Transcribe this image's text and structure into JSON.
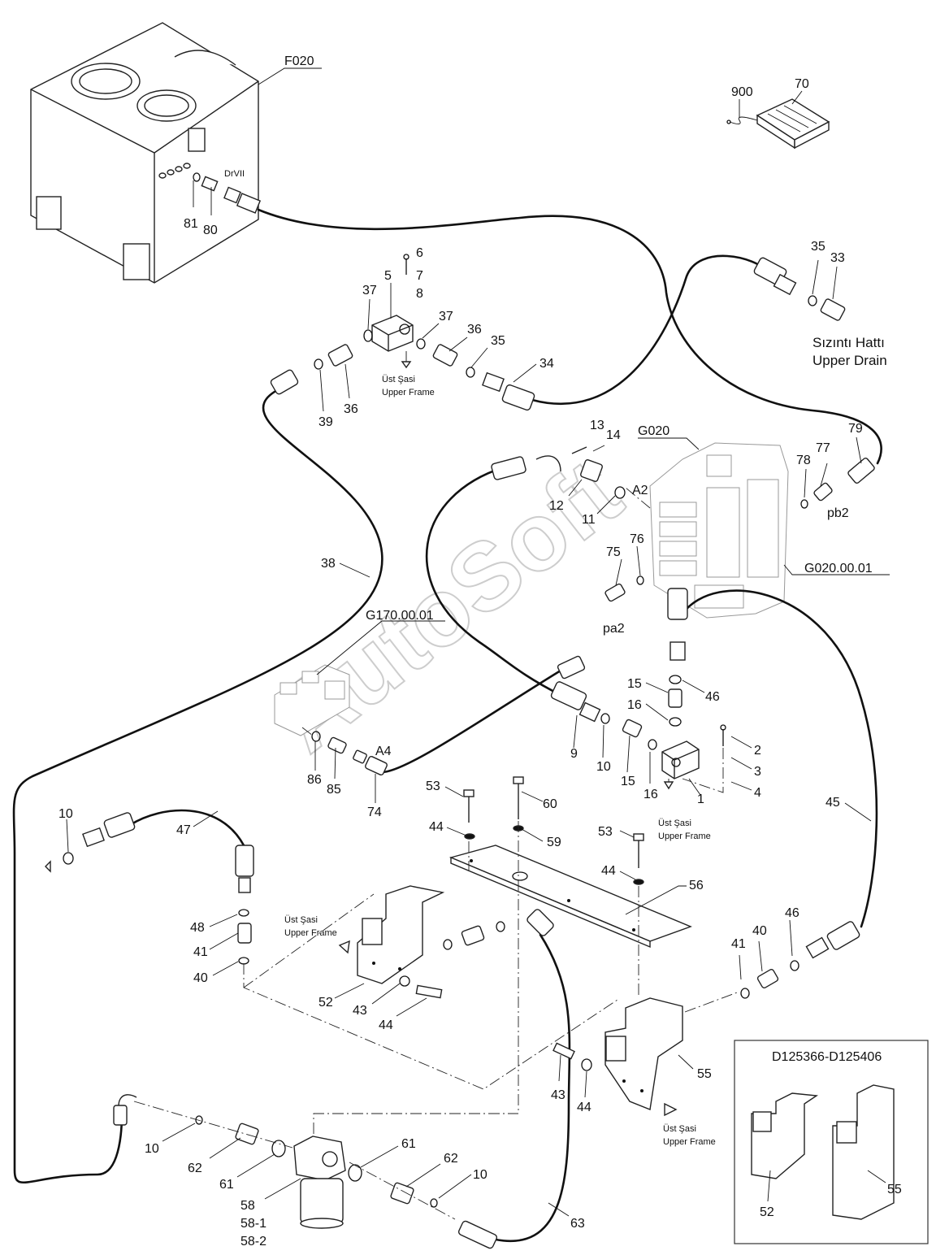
{
  "watermark": "AutoSoft",
  "refs": {
    "tank": "F020",
    "valve": "G020",
    "valve_sub": "G020.00.01",
    "block": "G170.00.01",
    "port_drain": "DrVII",
    "port_a2": "A2",
    "port_a4": "A4",
    "port_pa2": "pa2",
    "port_pb2": "pb2",
    "inset_range": "D125366-D125406"
  },
  "notes": {
    "drain_tr": "Sızıntı Hattı",
    "drain_en": "Upper Drain",
    "frame_tr": "Üst Şasi",
    "frame_en": "Upper Frame"
  },
  "callouts": {
    "c900": "900",
    "c70": "70",
    "c81": "81",
    "c80": "80",
    "c6": "6",
    "c5": "5",
    "c7": "7",
    "c8": "8",
    "c37a": "37",
    "c37b": "37",
    "c36a": "36",
    "c36b": "36",
    "c35a": "35",
    "c35b": "35",
    "c33": "33",
    "c34": "34",
    "c39": "39",
    "c13": "13",
    "c14": "14",
    "c12": "12",
    "c11": "11",
    "c78": "78",
    "c77": "77",
    "c79": "79",
    "c75": "75",
    "c76": "76",
    "c38": "38",
    "c15a": "15",
    "c15b": "15",
    "c16a": "16",
    "c16b": "16",
    "c46a": "46",
    "c46b": "46",
    "c9": "9",
    "c10a": "10",
    "c10b": "10",
    "c10c": "10",
    "c10d": "10",
    "c2": "2",
    "c3": "3",
    "c4": "4",
    "c1": "1",
    "c86": "86",
    "c85": "85",
    "c74": "74",
    "c53a": "53",
    "c53b": "53",
    "c60": "60",
    "c59": "59",
    "c44a": "44",
    "c44b": "44",
    "c44c": "44",
    "c44d": "44",
    "c56": "56",
    "c45": "45",
    "c47": "47",
    "c48": "48",
    "c41a": "41",
    "c41b": "41",
    "c40a": "40",
    "c40b": "40",
    "c52a": "52",
    "c52b": "52",
    "c43a": "43",
    "c43b": "43",
    "c55a": "55",
    "c55b": "55",
    "c62a": "62",
    "c62b": "62",
    "c61a": "61",
    "c61b": "61",
    "c58": "58",
    "c58_1": "58-1",
    "c58_2": "58-2",
    "c63": "63"
  }
}
